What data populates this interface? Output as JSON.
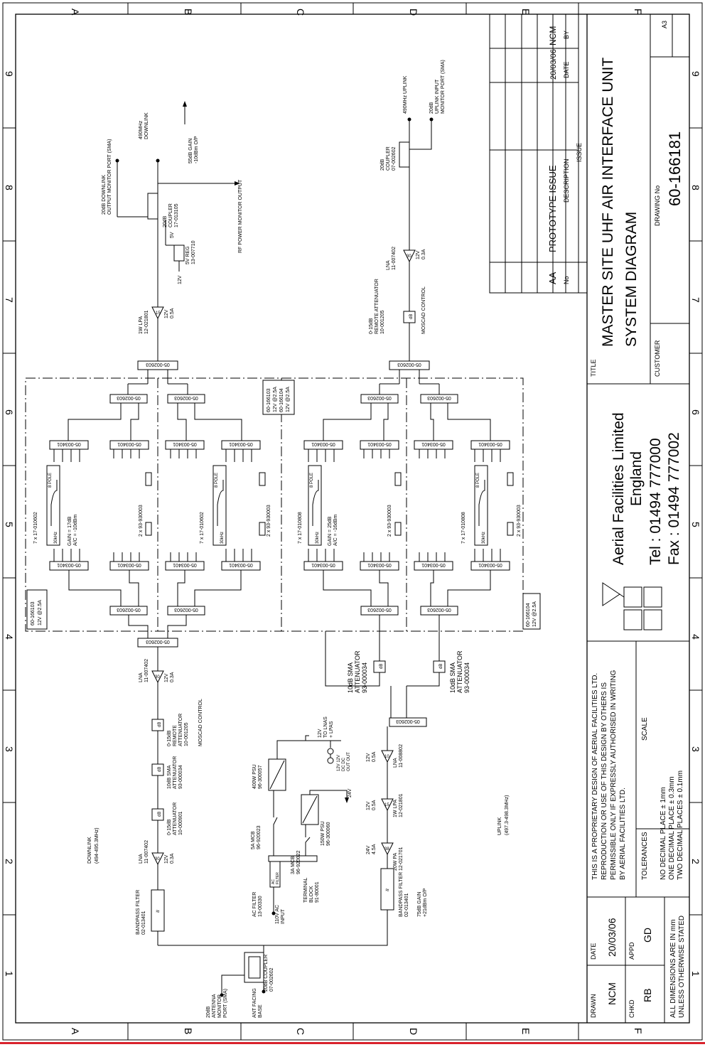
{
  "colors": {
    "ink": "#000000",
    "paper": "#ffffff",
    "edge": "#d9232d"
  },
  "border": {
    "cols": [
      "A",
      "B",
      "C",
      "D",
      "E",
      "F"
    ],
    "rows": [
      "1",
      "2",
      "3",
      "4",
      "5",
      "6",
      "7",
      "8",
      "9"
    ]
  },
  "revisions": {
    "header_no": "No",
    "header_desc": "DESCRIPTION",
    "header_date": "DATE",
    "header_by": "BY",
    "issue_label": "ISSUE",
    "row_no": "AA",
    "row_desc": "PROTOTYPE ISSUE",
    "row_date": "20/03/06",
    "row_by": "NCM"
  },
  "title_block": {
    "title_label": "TITLE",
    "title_line1": "MASTER SITE UHF AIR INTERFACE UNIT",
    "title_line2": "SYSTEM DIAGRAM",
    "customer_label": "CUSTOMER",
    "drawing_no_label": "DRAWING No",
    "drawing_no": "60-166181",
    "sheet_size": "A3"
  },
  "company": {
    "name": "Aerial Facilities Limited",
    "country": "England",
    "tel": "Tel : 01494  777000",
    "fax": "Fax : 01494  777002"
  },
  "notes": {
    "line1": "THIS IS A PROPRIETARY DESIGN OF AERIAL FACILITIES LTD.",
    "line2": "REPRODUCTION OR USE OF THIS DESIGN BY OTHERS IS",
    "line3": "PERMISSIBLE ONLY IF EXPRESSLY AUTHORISED IN WRITING",
    "line4": "BY AERIAL FACILITIES LTD."
  },
  "tolerances": {
    "label": "TOLERANCES",
    "t0": "NO DECIMAL PLACE ± 1mm",
    "t1": "ONE DECIMAL PLACE ± 0.3mm",
    "t2": "TWO DECIMAL PLACES ± 0.1mm",
    "scale_label": "SCALE"
  },
  "dimensions_note": {
    "l1": "ALL DIMENSIONS ARE IN mm",
    "l2": "UNLESS OTHERWISE STATED"
  },
  "approval": {
    "drawn_label": "DRAWN",
    "drawn": "NCM",
    "date_label": "DATE",
    "date": "20/03/06",
    "chkd_label": "CHKD",
    "chkd": "RB",
    "appd_label": "APPD",
    "appd": "GD"
  },
  "schematic": {
    "downlink_top_label1": "490MHz",
    "downlink_top_label2": "DOWNLINK",
    "coupler_dl_monitor1": "20dB DOWNLINK",
    "coupler_dl_monitor2": "OUTPUT MONITOR PORT (SMA)",
    "gain_note1": "55dB GAIN",
    "gain_note2": "-10dBm O/P",
    "rf_power_monitor": "RF POWER MONITOR OUTPUT",
    "coupler_dl_a": "20dB",
    "coupler_dl_b": "COUPLER",
    "coupler_dl_c": "17-013105",
    "reg_5v": "5V",
    "reg_5v_a": "5V REG",
    "reg_5v_b": "13-007710",
    "reg_12v": "12V",
    "lpa_a": "1W  LPA",
    "lpa_b": "12-021801",
    "lpa_gain": "15",
    "lpa_pwr_a": "12V",
    "lpa_pwr_b": "0.5A",
    "splitter_dl_top": "05-002603",
    "splitter_ul_top": "05-002603",
    "splitter_dl_l": "05-002603",
    "splitter_dl_r": "05-002603",
    "splitter_ul_l": "05-002603",
    "splitter_ul_r": "05-002603",
    "splitter_dl_bl": "05-002603",
    "splitter_dl_br": "05-002603",
    "splitter_ul_bl": "05-002603",
    "splitter_ul_br": "05-002603",
    "splitter_dl_in": "05-002603",
    "splitter_ul_in": "05-002603",
    "comb": "05-003401",
    "filter_dl_a1": "7 x 17-010602",
    "filter_dl_a2": "8 POLE",
    "filter_bw": "30kHz",
    "filter_dl_gain1": "GAIN = 17dB",
    "filter_dl_gain2": "A/C = -10dBm",
    "filter_dl_b1": "7 x 17-010602",
    "filter_dl_b2": "8 POLE",
    "filter_ul_a1": "7 x 17-010808",
    "filter_ul_a2": "8 POLE",
    "filter_ul_gain1": "GAIN = 25dB",
    "filter_ul_gain2": "A/C = -16dBm",
    "filter_ul_b1": "7 x 17-010808",
    "filter_ul_b2": "8 POLE",
    "term": "2 x 93-930003",
    "psu_dl_1": "60-166103",
    "psu_dl_2": "12V @2.5A",
    "psu_mid_1": "60-166103",
    "psu_mid_2": "12V @2.5A",
    "psu_mid_3": "60-166104",
    "psu_mid_4": "12V @2.5A",
    "psu_ul_1": "60-166104",
    "psu_ul_2": "12V @2.5A",
    "att_sma_1": "10dB SMA",
    "att_sma_2": "ATTENUATOR",
    "att_sma_3": "93-000034",
    "ul_att_a": "0-15dB",
    "ul_att_b": "REMOTE ATTENUATOR",
    "ul_att_c": "10-001205",
    "ul_att_d": "MOSCAD CONTROL",
    "ul_lna_a": "LNA",
    "ul_lna_b": "11-007402",
    "ul_lna_gain": "30",
    "ul_lna_p1": "12V",
    "ul_lna_p2": "0.3A",
    "ul_coupler_a": "20dB",
    "ul_coupler_b": "COUPLER",
    "ul_coupler_c": "07-002602",
    "ul_top_1": "490MHz UPLINK",
    "ul_mon_1": "20dB",
    "ul_mon_2": "UPLINK INPUT",
    "ul_mon_3": "MONITOR PORT (SMA)",
    "dl_lna_a": "LNA",
    "dl_lna_b": "11-007402",
    "dl_lna_gain": "30",
    "dl_lna_p1": "12V",
    "dl_lna_p2": "0.3A",
    "dl_ratt_a": "0-15dB",
    "dl_ratt_b": "REMOTE",
    "dl_ratt_c": "ATTENUATOR",
    "dl_ratt_d": "10-001205",
    "dl_ratt_e": "MOSCAD CONTROL",
    "dl_att10_a": "10dB SMA",
    "dl_att10_b": "ATTENUATOR",
    "dl_att10_c": "93-000034",
    "dl_att15_a": "0-15dB",
    "dl_att15_b": "ATTENUATOR",
    "dl_att15_c": "10-000901",
    "dl_lna2_a": "LNA",
    "dl_lna2_b": "11-007402",
    "dl_lna2_gain": "30",
    "dl_lna2_p1": "12V",
    "dl_lna2_p2": "0.3A",
    "dl_bpf_a": "BANDPASS FILTER",
    "dl_bpf_b": "02-013401",
    "downlink_lbl_a": "DOWNLINK",
    "downlink_lbl_b": "(494-495.3MHz)",
    "uplink_lbl_a": "UPLINK",
    "uplink_lbl_b": "(497.3-498.3MHz)",
    "ant_coupler_a": "20dB COUPLER",
    "ant_coupler_b": "07-002602",
    "ant_mon_a": "20dB",
    "ant_mon_b": "ANTENNA",
    "ant_mon_c": "MONITOR",
    "ant_mon_d": "PORT (SMA)",
    "ant_base_a": "ANT FACING",
    "ant_base_b": "BASE",
    "ac_in_a": "110V AC",
    "ac_in_b": "INPUT",
    "ac_filter_a": "AC FILTER",
    "ac_filter_b": "13-00330",
    "ac_box_a": "AC",
    "ac_box_b": "FILTER",
    "mcb5_a": "5A MCB",
    "mcb5_b": "96-920023",
    "psu400_a": "400W PSU",
    "psu400_b": "96-300057",
    "mcb3_a": "3A MCB",
    "mcb3_b": "96-920022",
    "tb_a": "TERMINAL",
    "tb_b": "BLOCK",
    "tb_c": "91-80001",
    "psu150_a": "150W PSU",
    "psu150_b": "96-300060",
    "v24": "24V",
    "to_lnas_a": "12V",
    "to_lnas_b": "TO LNAS",
    "to_lnas_c": "+ LPAS",
    "dc_out_a": "12V 12V",
    "dc_out_b": "DC  DC",
    "dc_out_c": "OUT OUT",
    "ul_lna2_a": "LNA",
    "ul_lna2_b": "11-008802",
    "ul_lna2_gain": "10",
    "ul_lna2_p1": "12V",
    "ul_lna2_p2": "0.5A",
    "ul_lpa_a": "1W  LPA",
    "ul_lpa_b": "12-021801",
    "ul_lpa_gain": "15",
    "ul_lpa_p1": "12V",
    "ul_lpa_p2": "0.5A",
    "ul_pa_a": "20W  PA",
    "ul_pa_b": "12-021701",
    "ul_pa_gain": "38",
    "ul_pa_p1": "24V",
    "ul_pa_p2": "4.5A",
    "ul_bpf_a": "BANDPASS FILTER",
    "ul_bpf_b": "02-013401",
    "ul_gain_a": "75dB GAIN",
    "ul_gain_b": "+21dBm O/P",
    "db": "dB"
  }
}
